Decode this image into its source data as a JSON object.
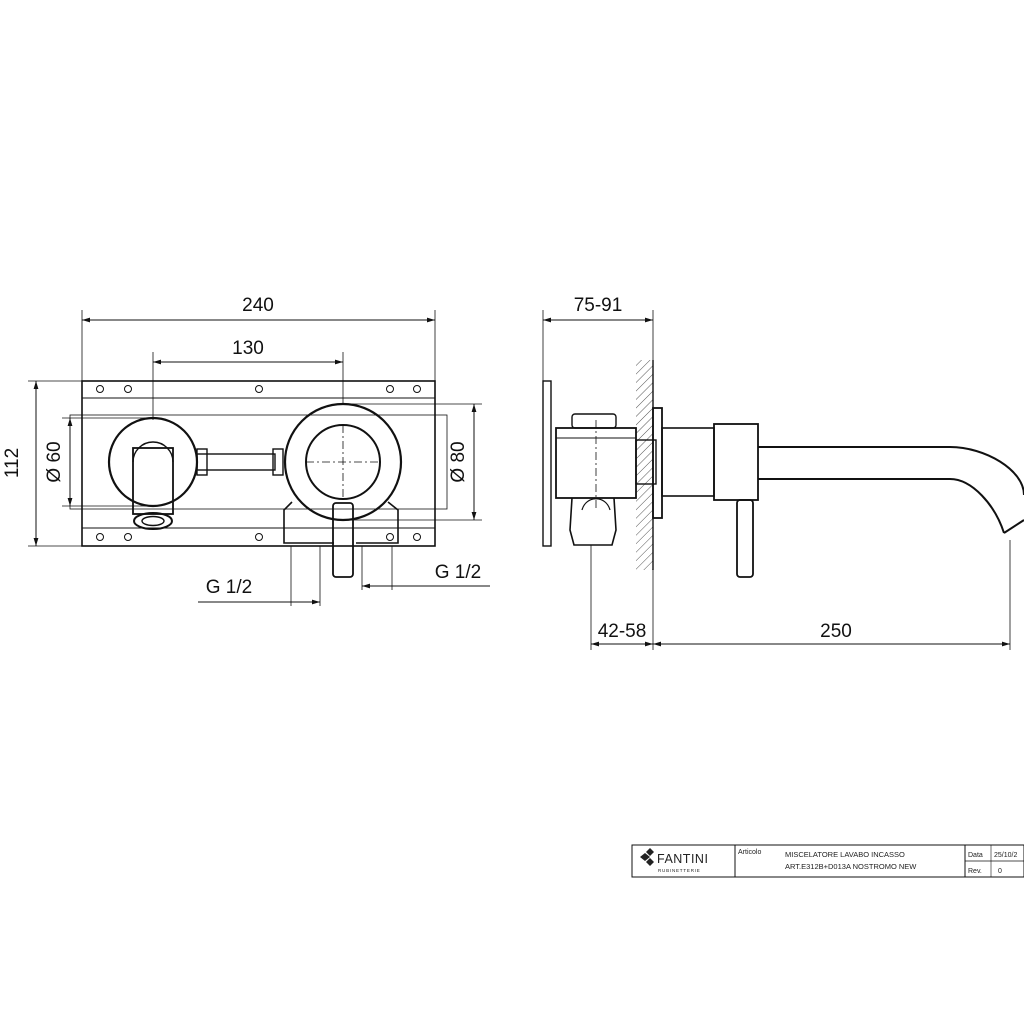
{
  "front_view": {
    "width_label": "240",
    "spacing_label": "130",
    "height_label": "112",
    "dia_small_label": "Ø 60",
    "dia_large_label": "Ø 80",
    "thread_left_label": "G 1/2",
    "thread_right_label": "G 1/2"
  },
  "side_view": {
    "depth_label": "75-91",
    "wall_label": "42-58",
    "spout_label": "250"
  },
  "title_block": {
    "brand": "FANTINI",
    "brand_sub": "RUBINETTERIE",
    "article_label": "Articolo",
    "description_line1": "MISCELATORE LAVABO INCASSO",
    "description_line2": "ART.E312B+D013A NOSTROMO NEW",
    "date_label": "Data",
    "date_value": "25/10/2",
    "rev_label": "Rev.",
    "rev_value": "0"
  }
}
